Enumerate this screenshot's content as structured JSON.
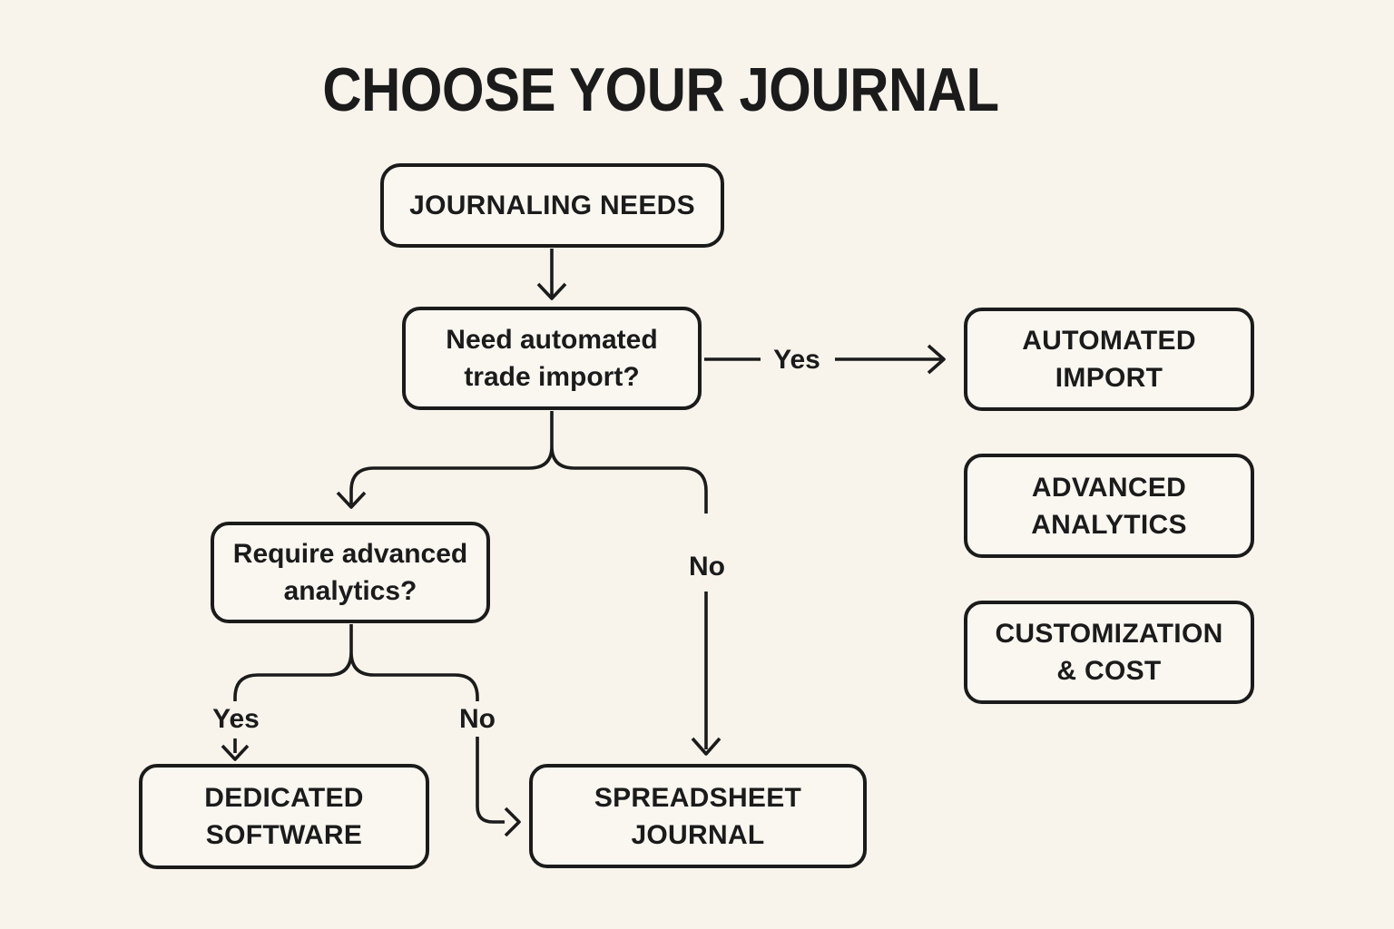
{
  "title": "CHOOSE YOUR JOURNAL",
  "colors": {
    "background": "#f8f4ec",
    "node_fill": "#faf7f1",
    "line": "#1b1b1b",
    "text": "#1b1b1b"
  },
  "flowchart": {
    "nodes": {
      "journaling_needs": {
        "lines": [
          "JOURNALING NEEDS"
        ]
      },
      "trade_import_q": {
        "lines": [
          "Need automated",
          "trade import?"
        ]
      },
      "automated_import": {
        "lines": [
          "AUTOMATED",
          "IMPORT"
        ]
      },
      "advanced_analytics": {
        "lines": [
          "ADVANCED",
          "ANALYTICS"
        ]
      },
      "customization_cost": {
        "lines": [
          "CUSTOMIZATION",
          "& COST"
        ]
      },
      "analytics_q": {
        "lines": [
          "Require advanced",
          "analytics?"
        ]
      },
      "dedicated_software": {
        "lines": [
          "DEDICATED",
          "SOFTWARE"
        ]
      },
      "spreadsheet_journal": {
        "lines": [
          "SPREADSHEET",
          "JOURNAL"
        ]
      }
    },
    "edge_labels": {
      "import_yes": "Yes",
      "import_no": "No",
      "analytics_yes": "Yes",
      "analytics_no": "No"
    }
  }
}
